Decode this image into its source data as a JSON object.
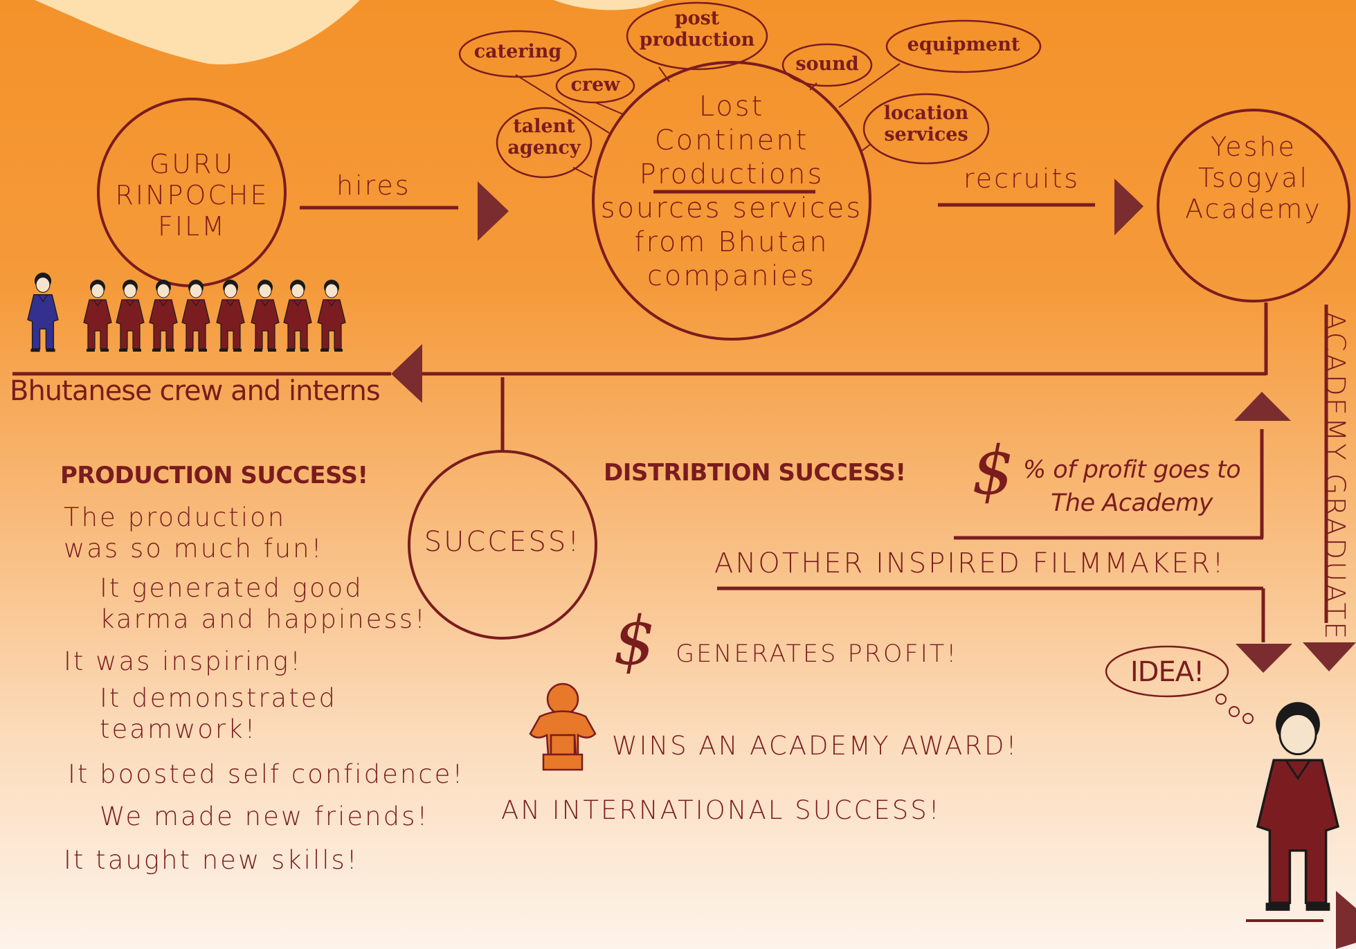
{
  "colors": {
    "ink": "#7a1c1e",
    "maroon_figure": "#7b1d20",
    "blue_figure": "#33308f",
    "orange_background": "#f4922a",
    "trophy": "#e8782a"
  },
  "nodes": {
    "guru": [
      "GURU",
      "RINPOCHE",
      "FILM"
    ],
    "lost_continent_title": [
      "Lost",
      "Continent",
      "Productions"
    ],
    "lost_continent_desc": [
      "sources services",
      "from Bhutan",
      "companies"
    ],
    "academy": [
      "Yeshe",
      "Tsogyal",
      "Academy"
    ],
    "success": "SUCCESS!"
  },
  "services": {
    "catering": "catering",
    "crew": "crew",
    "post_production": [
      "post",
      "production"
    ],
    "sound": "sound",
    "equipment": "equipment",
    "talent_agency": [
      "talent",
      "agency"
    ],
    "location_services": [
      "location",
      "services"
    ]
  },
  "arrows": {
    "hires": "hires",
    "recruits": "recruits"
  },
  "crew_caption": "Bhutanese crew and interns",
  "production": {
    "heading": "PRODUCTION SUCCESS!",
    "lines": [
      "The production",
      "was so much fun!",
      "It generated good",
      "karma and happiness!",
      "It was inspiring!",
      "It demonstrated",
      "teamwork!",
      "It boosted self confidence!",
      "We made new friends!",
      "It taught new skills!"
    ]
  },
  "distribution": {
    "heading": "DISTRIBTION SUCCESS!",
    "profit_share": [
      "% of profit goes to",
      "The Academy"
    ],
    "dollar_symbol": "$",
    "generates_profit": "GENERATES PROFIT!",
    "wins_award": "WINS AN ACADEMY AWARD!",
    "international": "AN INTERNATIONAL SUCCESS!"
  },
  "filmmaker": "ANOTHER INSPIRED FILMMAKER!",
  "idea": "IDEA!",
  "vertical_label": "ACADEMY GRADUATE"
}
